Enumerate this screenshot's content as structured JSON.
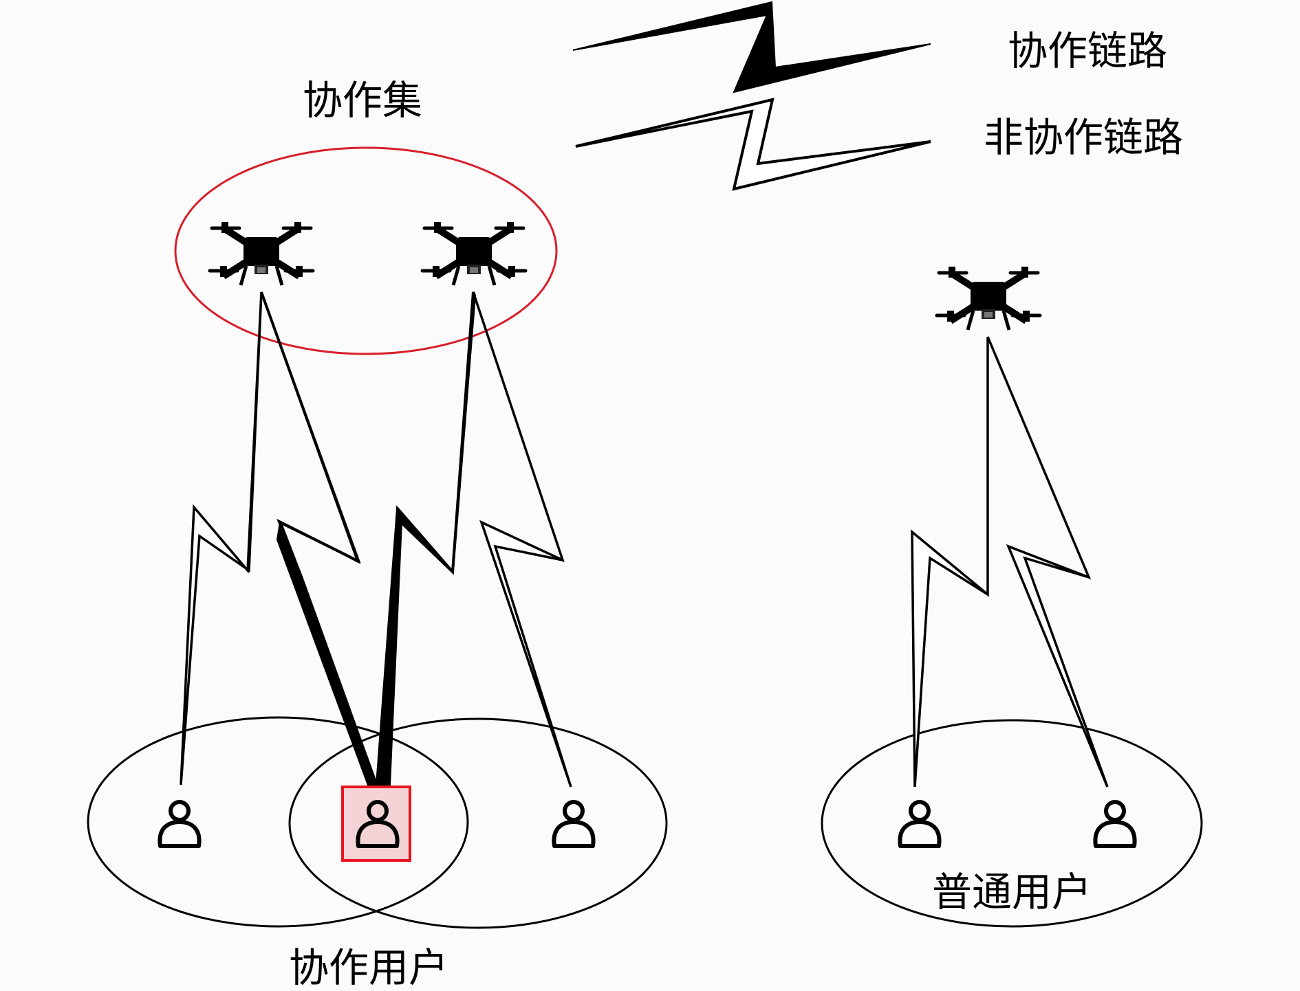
{
  "labels": {
    "cooperative_set": "协作集",
    "cooperative_link": "协作链路",
    "non_cooperative_link": "非协作链路",
    "cooperative_user": "协作用户",
    "ordinary_user": "普通用户"
  },
  "colors": {
    "highlight_border": "#e8141e",
    "highlight_fill": "#f3d3d5",
    "cooperative_set_ellipse": "#d81e2a",
    "ink": "#000000",
    "background": "#fbfbfb"
  },
  "nodes": {
    "uav_count": 3,
    "user_count": 5,
    "highlighted_user": "cooperative-user-center"
  }
}
